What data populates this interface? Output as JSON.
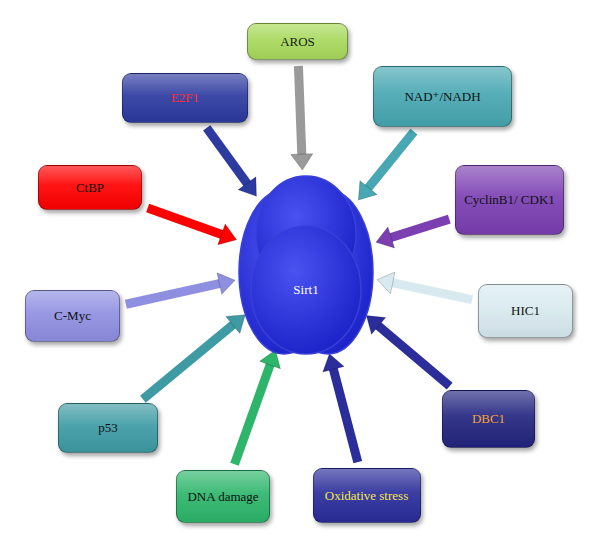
{
  "diagram": {
    "nodes": [
      {
        "text": [
          "AROS"
        ]
      },
      {
        "text": [
          "E2F1"
        ]
      },
      {
        "text": [
          "NAD⁺/NADH"
        ]
      },
      {
        "text": [
          "CtBP"
        ]
      },
      {
        "text": [
          "CyclinB1/ CDK1"
        ]
      },
      {
        "text": [
          "Sirt1"
        ]
      },
      {
        "text": [
          "C-Myc"
        ]
      },
      {
        "text": [
          "HIC1"
        ]
      },
      {
        "text": [
          "p53"
        ]
      },
      {
        "text": [
          "DBC1"
        ]
      },
      {
        "text": [
          "DNA damage"
        ]
      },
      {
        "text": [
          "Oxidative stress"
        ]
      }
    ],
    "edges": [
      {
        "from": 0,
        "to": 5,
        "arrow": "to"
      },
      {
        "from": 1,
        "to": 5,
        "arrow": "to"
      },
      {
        "from": 2,
        "to": 5,
        "arrow": "to"
      },
      {
        "from": 3,
        "to": 5,
        "arrow": "to"
      },
      {
        "from": 4,
        "to": 5,
        "arrow": "to"
      },
      {
        "from": 6,
        "to": 5,
        "arrow": "to"
      },
      {
        "from": 7,
        "to": 5,
        "arrow": "to"
      },
      {
        "from": 8,
        "to": 5,
        "arrow": "to"
      },
      {
        "from": 9,
        "to": 5,
        "arrow": "to"
      },
      {
        "from": 10,
        "to": 5,
        "arrow": "to"
      },
      {
        "from": 11,
        "to": 5,
        "arrow": "to"
      }
    ]
  }
}
